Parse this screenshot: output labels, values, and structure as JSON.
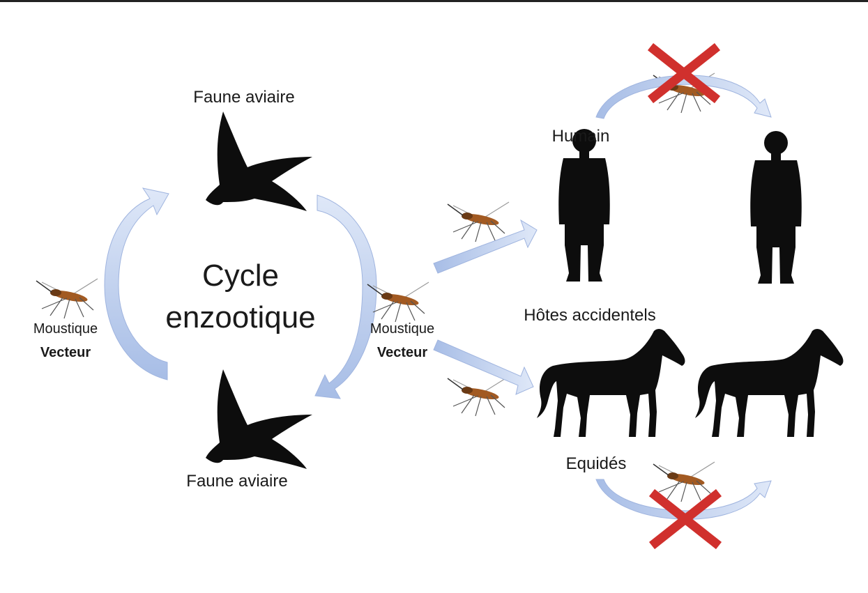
{
  "center": {
    "line1": "Cycle",
    "line2": "enzootique"
  },
  "labels": {
    "faune_top": "Faune aviaire",
    "faune_bottom": "Faune aviaire",
    "moustique_left": "Moustique",
    "vecteur_left": "Vecteur",
    "moustique_right": "Moustique",
    "vecteur_right": "Vecteur",
    "humain": "Humain",
    "hotes": "Hôtes accidentels",
    "equides": "Equidés"
  },
  "icons": [
    "bird-icon",
    "mosquito-icon",
    "human-icon",
    "horse-icon",
    "cross-icon",
    "arrow-icon"
  ],
  "colors": {
    "arrow": "#b7c9ea",
    "arrow_edge": "#8ea6d6",
    "cross": "#d0302d",
    "silhouette": "#0d0d0d"
  }
}
